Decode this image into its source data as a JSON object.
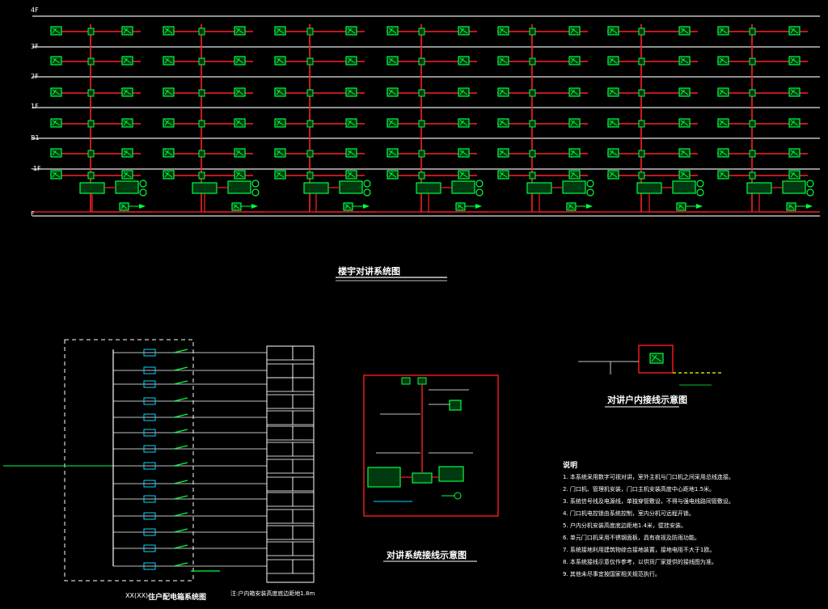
{
  "drawing": {
    "floor_labels": [
      "4F",
      "3F",
      "2F",
      "1F",
      "B1",
      "-1F",
      "F"
    ],
    "riser_title": "楼宇对讲系统图",
    "panel_title": "住户配电箱系统图",
    "panel_code": "XX(XX)",
    "indoor_title": "对讲户内接线示意图",
    "wiring_title": "对讲系统接线示意图",
    "notes_heading": "说明",
    "notes": [
      "1. 本系统采用数字可视对讲，室外主机与门口机之间采用总线连接。",
      "2. 门口机、管理机安装，门口主机安装高度中心距地1.5米。",
      "3. 系统信号线及电源线，单独穿管敷设，不得与强电线路同管敷设。",
      "4. 门口机电控锁由系统控制，室内分机可远程开锁。",
      "5. 户内分机安装高度底边距地1.4米，壁挂安装。",
      "6. 单元门口机采用不锈钢面板，具有夜视及防雨功能。",
      "7. 系统接地利用建筑物综合接地装置，接地电阻不大于1欧。",
      "8. 本系统接线示意仅作参考，以供货厂家提供的接线图为准。",
      "9. 其他未尽事宜按国家相关规范执行。"
    ],
    "legend_hint": "注:户内箱安装高度底边距地1.8m"
  },
  "colors": {
    "background": "#000000",
    "bus": "#ff2020",
    "device": "#00ff40",
    "device_fill": "#003a10",
    "cyan": "#00d8ff",
    "floor_line": "#e6e6e6",
    "frame": "#ff1a1a",
    "text": "#ffffff",
    "dash_white": "#ffffff",
    "yellow": "#ffff00"
  }
}
